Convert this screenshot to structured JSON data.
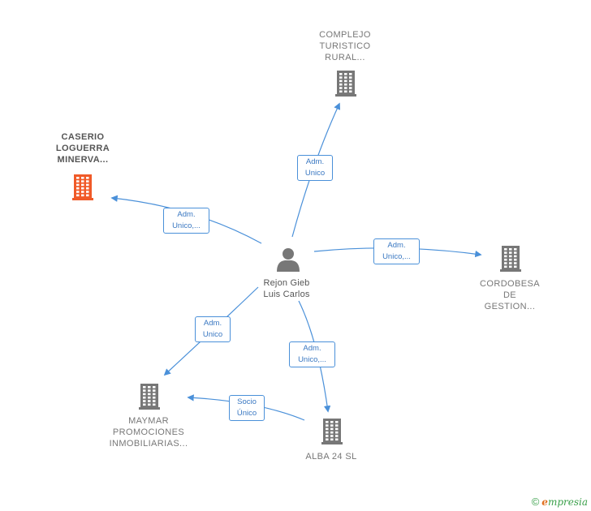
{
  "center": {
    "name": "Rejon Gieb\nLuis Carlos",
    "icon": "person-icon"
  },
  "companies": {
    "complejo": {
      "name": "COMPLEJO\nTURISTICO\nRURAL...",
      "icon": "building-icon",
      "color": "#777777"
    },
    "caserio": {
      "name": "CASERIO\nLOGUERRA\nMINERVA...",
      "icon": "building-icon",
      "color": "#f05a28",
      "highlight": true
    },
    "cordobesa": {
      "name": "CORDOBESA\nDE\nGESTION...",
      "icon": "building-icon",
      "color": "#777777"
    },
    "maymar": {
      "name": "MAYMAR\nPROMOCIONES\nINMOBILIARIAS...",
      "icon": "building-icon",
      "color": "#777777"
    },
    "alba": {
      "name": "ALBA 24 SL",
      "icon": "building-icon",
      "color": "#777777"
    }
  },
  "relations": {
    "to_complejo": "Adm.\nUnico",
    "to_caserio": "Adm.\nUnico,...",
    "to_cordobesa": "Adm.\nUnico,...",
    "to_maymar": "Adm.\nUnico",
    "to_alba": "Adm.\nUnico,...",
    "alba_to_maymar": "Socio\nÚnico"
  },
  "brand": {
    "copyright_symbol": "©",
    "name_first": "e",
    "name_rest": "mpresia"
  },
  "colors": {
    "edge": "#4a90d9",
    "building": "#777777",
    "highlight": "#f05a28",
    "person": "#777777"
  }
}
